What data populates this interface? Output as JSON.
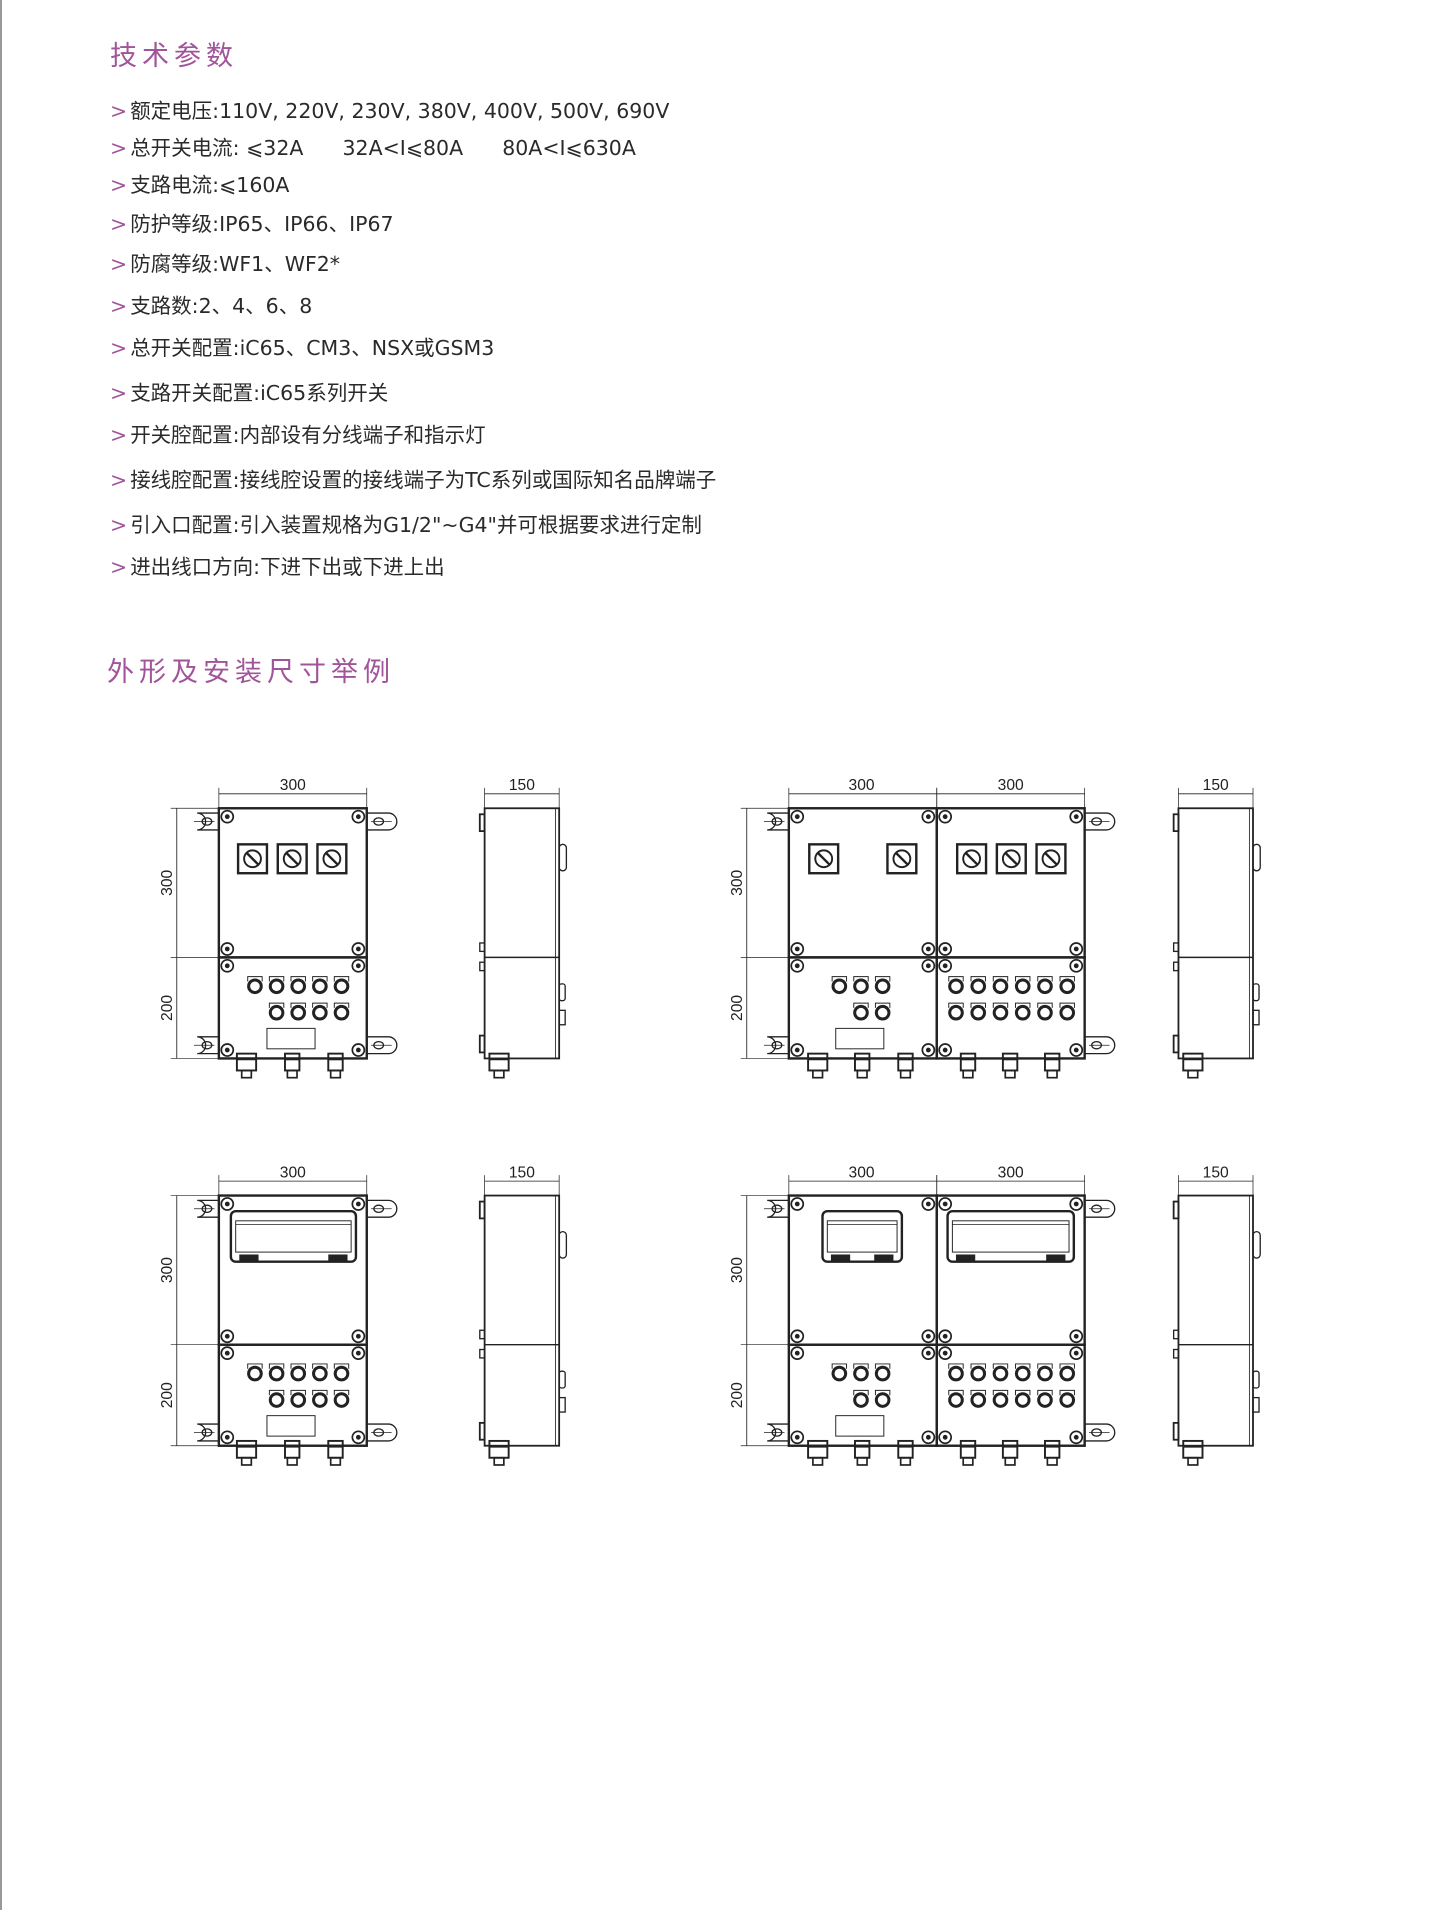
{
  "sections": {
    "tech_title": "技术参数",
    "dims_title": "外形及安装尺寸举例"
  },
  "bullet": ">",
  "specs": [
    "额定电压:110V, 220V, 230V, 380V, 400V, 500V, 690V",
    "总开关电流: ⩽32A      32A<I⩽80A      80A<I⩽630A",
    "支路电流:⩽160A",
    "防护等级:IP65、IP66、IP67",
    "防腐等级:WF1、WF2*",
    "支路数:2、4、6、8",
    "总开关配置:iC65、CM3、NSX或GSM3",
    "支路开关配置:iC65系列开关",
    "开关腔配置:内部设有分线端子和指示灯",
    "接线腔配置:接线腔设置的接线端子为TC系列或国际知名品牌端子",
    "引入口配置:引入装置规格为G1/2\"~G4\"并可根据要求进行定制",
    "进出线口方向:下进下出或下进上出"
  ],
  "dimensions": {
    "width": "300",
    "depth": "150",
    "top_height": "300",
    "bottom_height": "200"
  },
  "colors": {
    "accent": "#a0549a",
    "text": "#2a2a2a",
    "line": "#222222"
  }
}
